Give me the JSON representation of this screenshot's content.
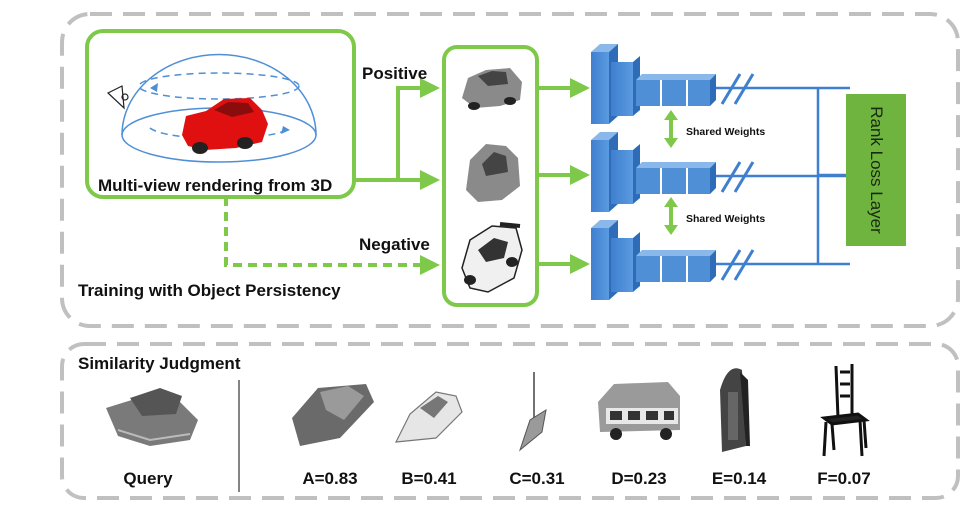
{
  "training": {
    "render_caption": "Multi-view rendering from 3D",
    "positive_label": "Positive",
    "negative_label": "Negative",
    "shared_weights_top": "Shared Weights",
    "shared_weights_bottom": "Shared Weights",
    "rank_loss_label": "Rank Loss Layer",
    "section_caption": "Training with Object Persistency"
  },
  "similarity": {
    "title": "Similarity Judgment",
    "query_label": "Query",
    "candidates": [
      {
        "label": "A=0.83",
        "shape": "boat"
      },
      {
        "label": "B=0.41",
        "shape": "speedboat"
      },
      {
        "label": "C=0.31",
        "shape": "sailboat"
      },
      {
        "label": "D=0.23",
        "shape": "bus"
      },
      {
        "label": "E=0.14",
        "shape": "clock"
      },
      {
        "label": "F=0.07",
        "shape": "chair"
      }
    ]
  },
  "colors": {
    "green": "#7ec84a",
    "blue": "#4f8fd6",
    "dash_gray": "#c0c0c0",
    "red_car": "#e01010"
  }
}
